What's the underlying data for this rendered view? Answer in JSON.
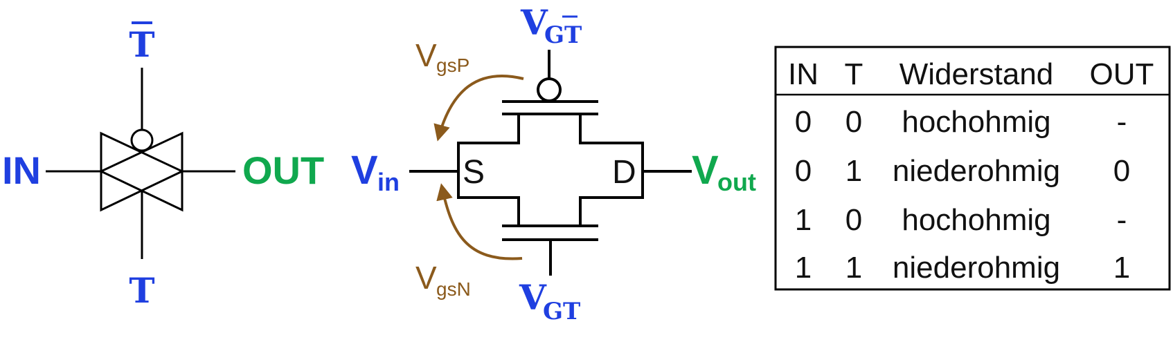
{
  "colors": {
    "input_label": "#1f3fe0",
    "output_label": "#10a84e",
    "vgs_label": "#8b5a1c",
    "line": "#000000"
  },
  "symbol": {
    "t_bar_label": "T",
    "t_label": "T",
    "in_label": "IN",
    "out_label": "OUT"
  },
  "circuit": {
    "gate_top": {
      "base": "V",
      "sub": "GT",
      "sub_bar": "T"
    },
    "gate_bottom": {
      "base": "V",
      "sub": "GT"
    },
    "vin": {
      "base": "V",
      "sub": "in"
    },
    "vout": {
      "base": "V",
      "sub": "out"
    },
    "source_label": "S",
    "drain_label": "D",
    "vgsp": {
      "base": "V",
      "sub": "gsP"
    },
    "vgsn": {
      "base": "V",
      "sub": "gsN"
    }
  },
  "truth_table": {
    "headers": [
      "IN",
      "T",
      "Widerstand",
      "OUT"
    ],
    "rows": [
      [
        "0",
        "0",
        "hochohmig",
        "-"
      ],
      [
        "0",
        "1",
        "niederohmig",
        "0"
      ],
      [
        "1",
        "0",
        "hochohmig",
        "-"
      ],
      [
        "1",
        "1",
        "niederohmig",
        "1"
      ]
    ]
  }
}
